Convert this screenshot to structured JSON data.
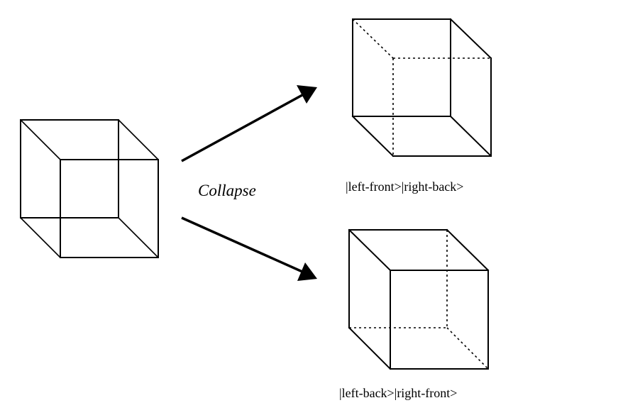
{
  "diagram": {
    "collapse_label": "Collapse",
    "state_top_label": "|left-front>|right-back>",
    "state_bottom_label": "|left-back>|right-front>"
  }
}
